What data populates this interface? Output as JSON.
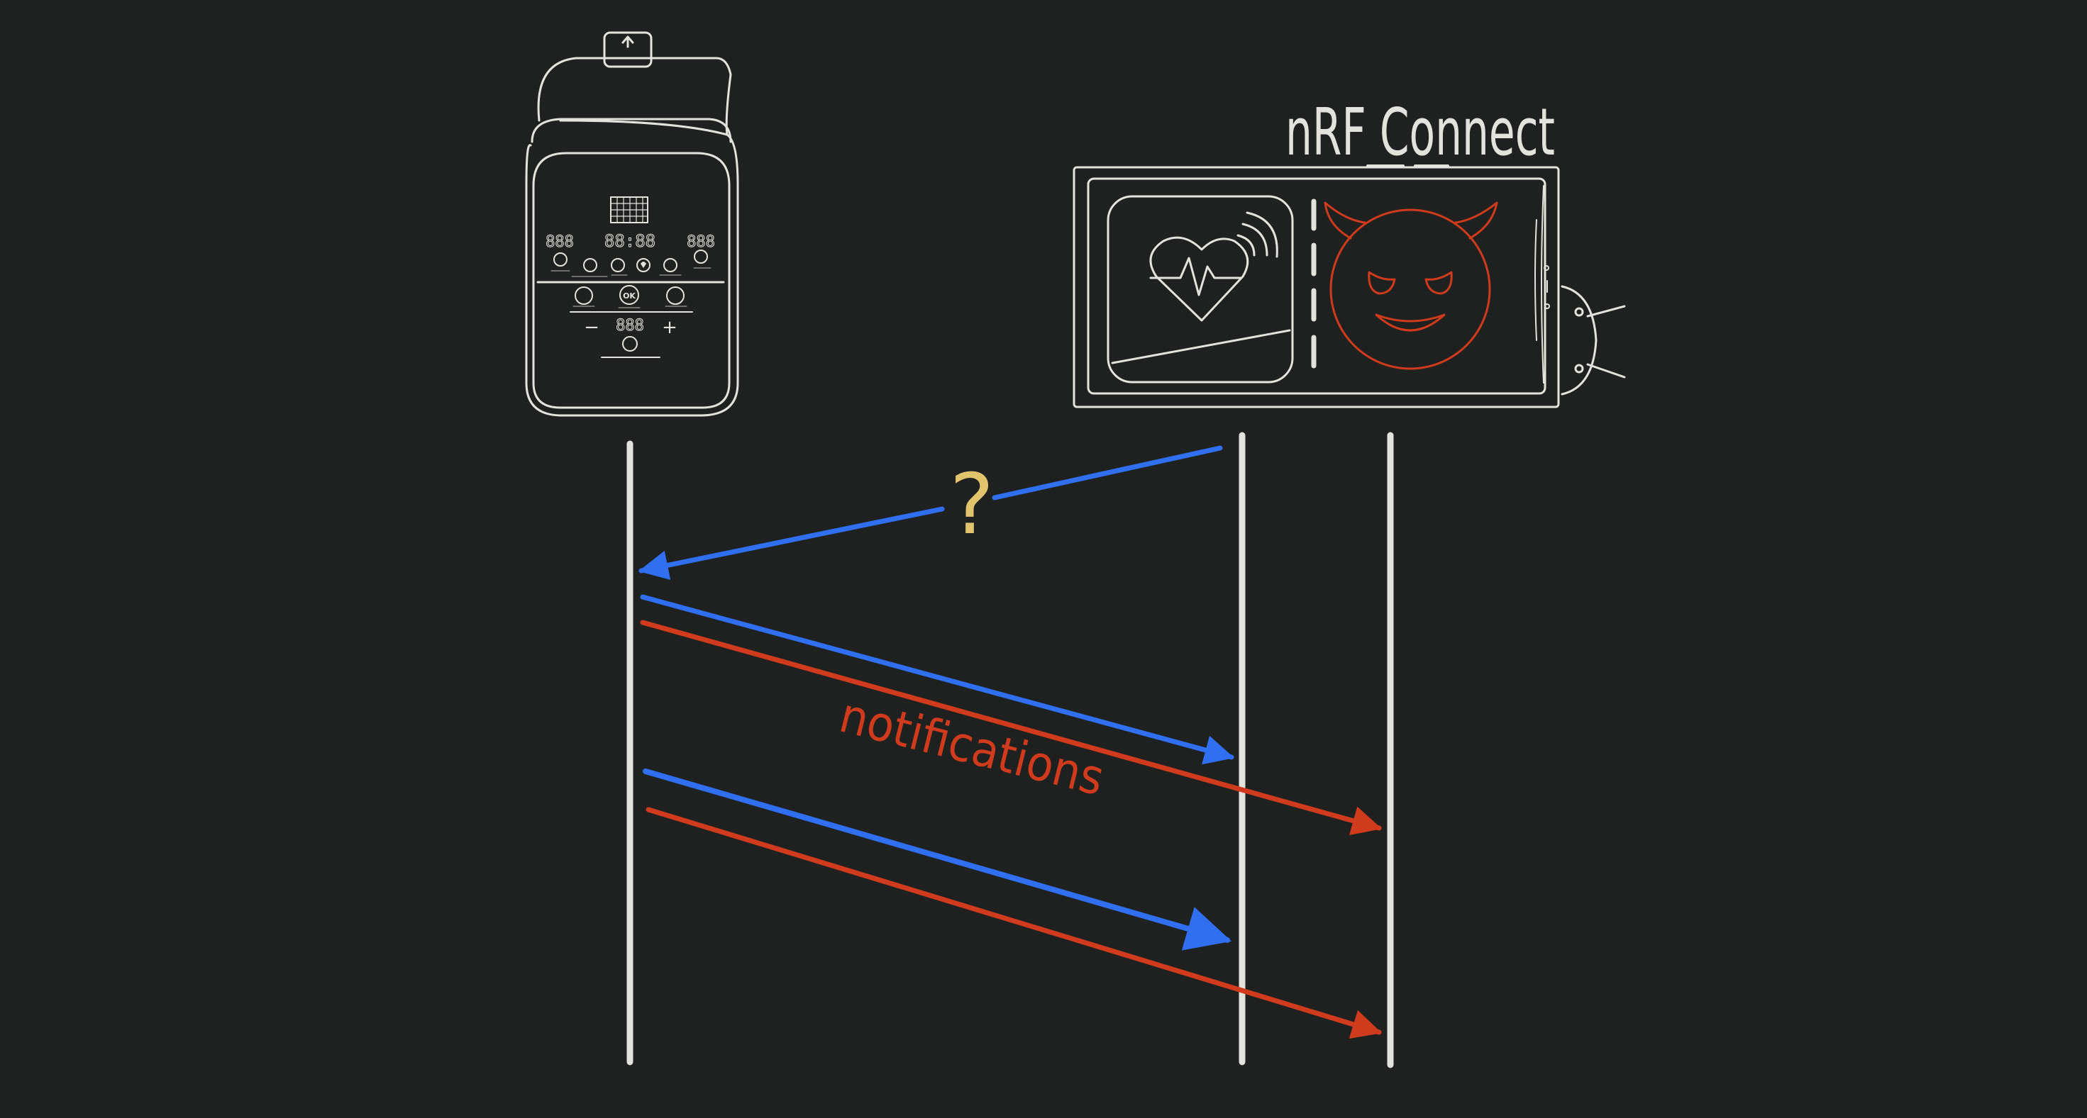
{
  "colors": {
    "background": "#1f2120",
    "line": "#e4e2dc",
    "blue": "#2f6ff0",
    "red": "#cf3b1c",
    "question": "#e2c46c"
  },
  "labels": {
    "app_name": "nRF Connect",
    "question_mark": "?",
    "notifications": "notifications"
  },
  "cooker_display": {
    "main": "88:88",
    "left": "888",
    "right": "888",
    "bottom": "888",
    "ok": "OK",
    "minus": "−",
    "plus": "+"
  },
  "icons": {
    "device": "pressure-cooker-icon",
    "phone": "smartphone-icon",
    "heart_app": "heart-rate-app-icon",
    "devil": "smiling-devil-emoji-icon",
    "android": "android-robot-icon"
  }
}
